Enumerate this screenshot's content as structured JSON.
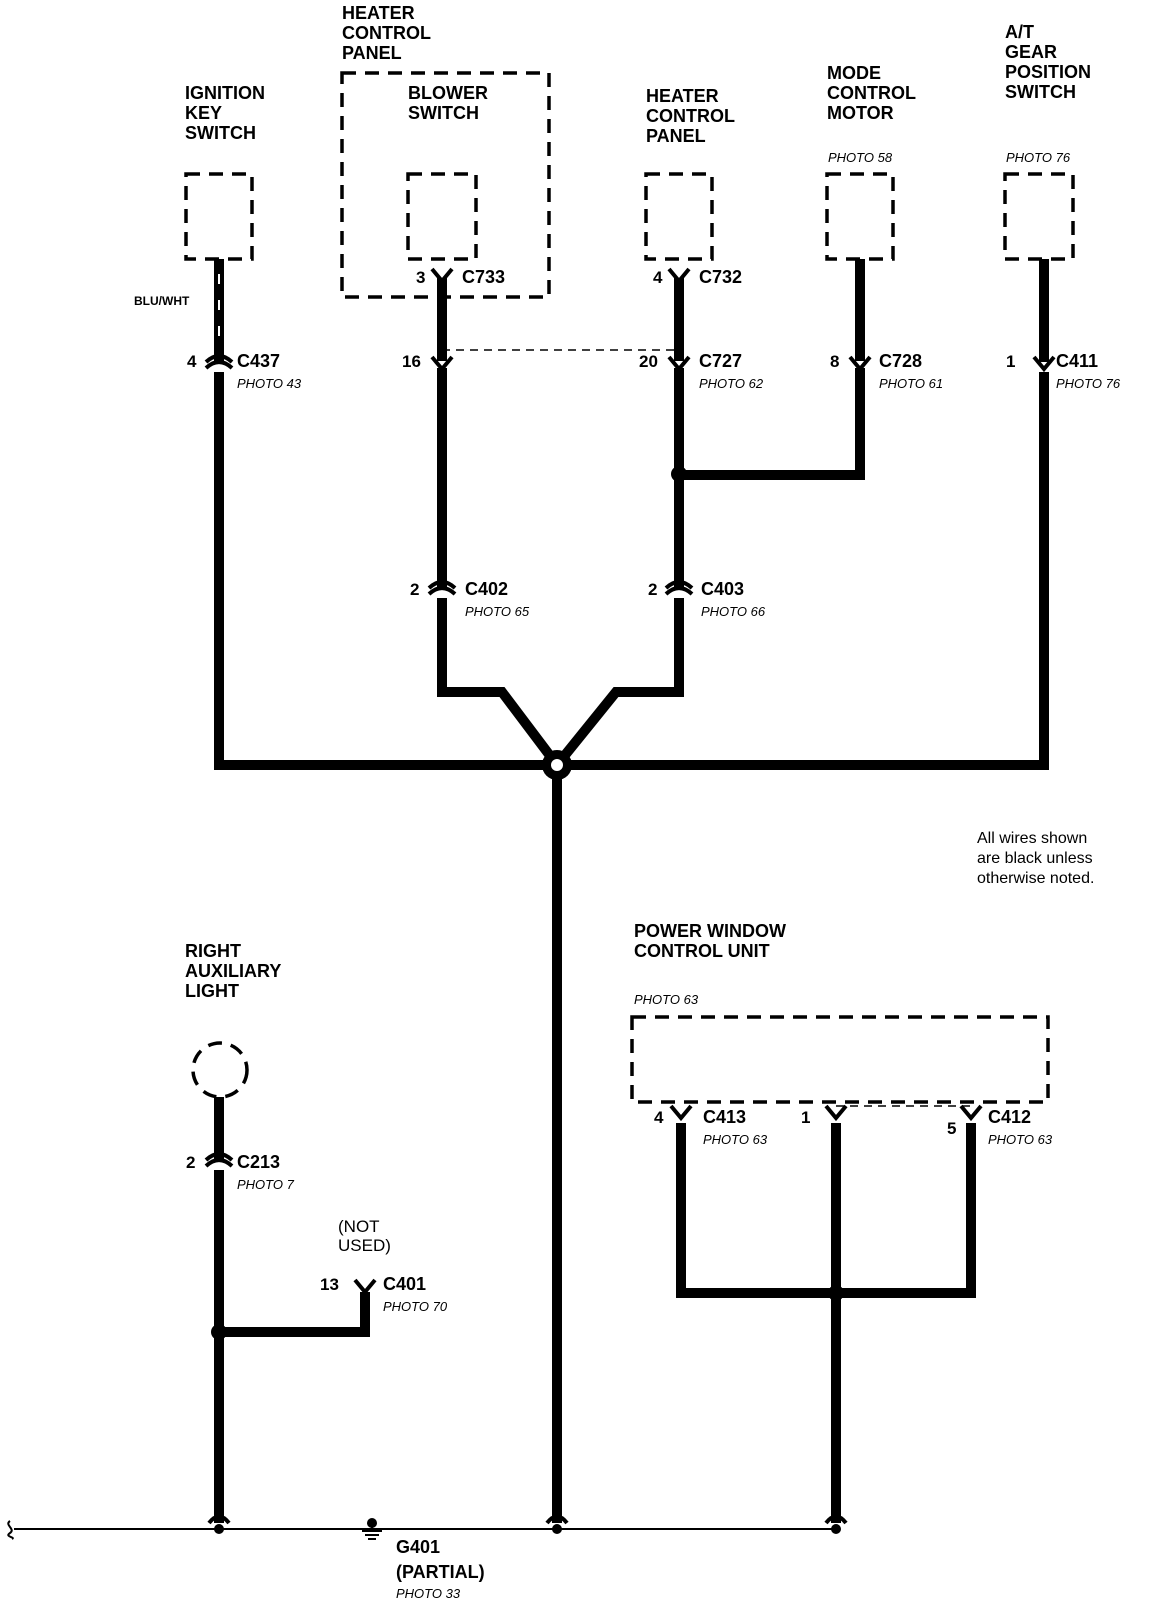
{
  "components": {
    "ignition": {
      "title": [
        "IGNITION",
        "KEY",
        "SWITCH"
      ]
    },
    "heater_outer": {
      "title": [
        "HEATER",
        "CONTROL",
        "PANEL"
      ]
    },
    "blower": {
      "title": [
        "BLOWER",
        "SWITCH"
      ]
    },
    "heater_panel": {
      "title": [
        "HEATER",
        "CONTROL",
        "PANEL"
      ]
    },
    "mode_motor": {
      "title": [
        "MODE",
        "CONTROL",
        "MOTOR"
      ],
      "photo": "PHOTO 58"
    },
    "at_gear": {
      "title": [
        "A/T",
        "GEAR",
        "POSITION",
        "SWITCH"
      ],
      "photo": "PHOTO 76"
    },
    "aux_light": {
      "title": [
        "RIGHT",
        "AUXILIARY",
        "LIGHT"
      ]
    },
    "power_window": {
      "title": [
        "POWER WINDOW",
        "CONTROL UNIT"
      ],
      "photo": "PHOTO 63"
    }
  },
  "wire_color_label": "BLU/WHT",
  "connectors": [
    {
      "id": "c437",
      "pin": "4",
      "name": "C437",
      "photo": "PHOTO 43"
    },
    {
      "id": "c733",
      "pin": "3",
      "name": "C733",
      "photo": ""
    },
    {
      "id": "c732",
      "pin": "4",
      "name": "C732",
      "photo": ""
    },
    {
      "id": "c727a",
      "pin": "16",
      "name": "",
      "photo": ""
    },
    {
      "id": "c727",
      "pin": "20",
      "name": "C727",
      "photo": "PHOTO 62"
    },
    {
      "id": "c728",
      "pin": "8",
      "name": "C728",
      "photo": "PHOTO 61"
    },
    {
      "id": "c411",
      "pin": "1",
      "name": "C411",
      "photo": "PHOTO 76"
    },
    {
      "id": "c402",
      "pin": "2",
      "name": "C402",
      "photo": "PHOTO 65"
    },
    {
      "id": "c403",
      "pin": "2",
      "name": "C403",
      "photo": "PHOTO 66"
    },
    {
      "id": "c213",
      "pin": "2",
      "name": "C213",
      "photo": "PHOTO 7"
    },
    {
      "id": "c401",
      "pin": "13",
      "name": "C401",
      "photo": "PHOTO 70"
    },
    {
      "id": "c413",
      "pin": "4",
      "name": "C413",
      "photo": "PHOTO 63"
    },
    {
      "id": "c412a",
      "pin": "1",
      "name": "",
      "photo": ""
    },
    {
      "id": "c412",
      "pin": "5",
      "name": "C412",
      "photo": "PHOTO 63"
    }
  ],
  "not_used": [
    "(NOT",
    "USED)"
  ],
  "ground": {
    "name": "G401",
    "qualifier": "(PARTIAL)",
    "photo": "PHOTO 33"
  },
  "note": [
    "All wires shown",
    "are black unless",
    "otherwise noted."
  ]
}
